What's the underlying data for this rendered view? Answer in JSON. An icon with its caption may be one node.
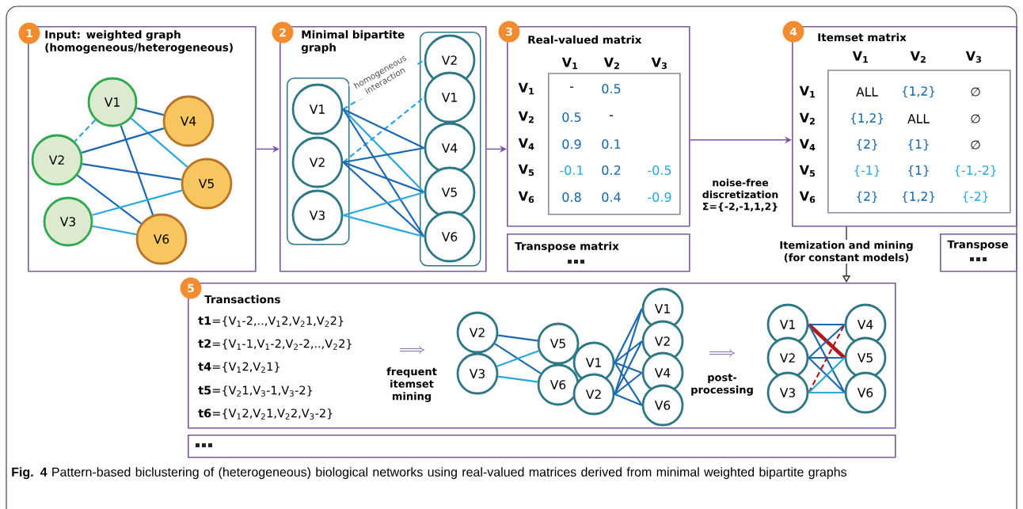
{
  "diagram": {
    "caption": "**Fig. 4** Pattern-based biclustering of (heterogeneous) biological networks using real-valued matrices derived from minimal weighted bipartite graphs",
    "nodes": [
      {
        "text": [
          "Input: weighted graph (homogeneous/heterogeneous)"
        ]
      },
      {
        "text": [
          "1"
        ]
      },
      {
        "text": [
          "V1"
        ],
        "in": 0
      },
      {
        "text": [
          "V2"
        ],
        "in": 0
      },
      {
        "text": [
          "V3"
        ],
        "in": 0
      },
      {
        "text": [
          "V4"
        ],
        "in": 0
      },
      {
        "text": [
          "V5"
        ],
        "in": 0
      },
      {
        "text": [
          "V6"
        ],
        "in": 0
      },
      {
        "text": [
          "Minimal bipartite graph"
        ]
      },
      {
        "text": [
          "2"
        ]
      },
      {
        "text": [],
        "shape": "box",
        "in": 8
      },
      {
        "text": [
          "V1"
        ],
        "in": 10
      },
      {
        "text": [
          "V2"
        ],
        "in": 10
      },
      {
        "text": [
          "V3"
        ],
        "in": 10
      },
      {
        "text": [],
        "shape": "box",
        "in": 8
      },
      {
        "text": [
          "V2"
        ],
        "in": 14
      },
      {
        "text": [
          "V1"
        ],
        "in": 14
      },
      {
        "text": [
          "V4"
        ],
        "in": 14
      },
      {
        "text": [
          "V5"
        ],
        "in": 14
      },
      {
        "text": [
          "V6"
        ],
        "in": 14
      },
      {
        "text": [
          "Real-valued matrix"
        ]
      },
      {
        "text": [
          "3"
        ]
      },
      {
        "text": [
          "-",
          "0.5",
          "0.5",
          "-",
          "0.9",
          "0.1",
          "-0.1",
          "0.2",
          "-0.5",
          "0.8",
          "0.4",
          "-0.9"
        ],
        "in": 20
      },
      {
        "text": [
          "Transpose matrix"
        ]
      },
      {
        "text": [
          "Itemset matrix"
        ]
      },
      {
        "text": [
          "4"
        ]
      },
      {
        "text": [
          "ALL",
          "{1,2}",
          "∅",
          "{1,2}",
          "ALL",
          "∅",
          "{2}",
          "{1}",
          "∅",
          "{-1}",
          "{1}",
          "{-1,-2}",
          "{2}",
          "{1,2}",
          "{-2}"
        ],
        "in": 24
      },
      {
        "text": [
          "Transpose"
        ]
      },
      {
        "text": [
          "Transactions",
          "**t1**={V$_{1}$-2,..,V$_{1}$2,V$_{2}$1,V$_{2}$2}",
          "**t2**={V$_{1}$-1,V$_{1}$-2,V$_{2}$-2,..,V$_{2}$2}",
          "**t4**={V$_{1}$2,V$_{2}$1}",
          "**t5**={V$_{2}$1,V$_{3}$-1,V$_{3}$-2}",
          "**t6**={V$_{1}$2,V$_{2}$1,V$_{2}$2,V$_{3}$-2}"
        ]
      },
      {
        "text": [
          "5"
        ]
      },
      {
        "text": [
          "V2"
        ],
        "in": 28
      },
      {
        "text": [
          "V3"
        ],
        "in": 28
      },
      {
        "text": [
          "V5"
        ],
        "in": 28
      },
      {
        "text": [
          "V6"
        ],
        "in": 28
      },
      {
        "text": [
          "V1"
        ],
        "in": 28
      },
      {
        "text": [
          "V2"
        ],
        "in": 28
      },
      {
        "text": [
          "V1"
        ],
        "in": 28
      },
      {
        "text": [
          "V2"
        ],
        "in": 28
      },
      {
        "text": [
          "V4"
        ],
        "in": 28
      },
      {
        "text": [
          "V6"
        ],
        "in": 28
      },
      {
        "text": [
          "V1"
        ],
        "in": 28
      },
      {
        "text": [
          "V2"
        ],
        "in": 28
      },
      {
        "text": [
          "V3"
        ],
        "in": 28
      },
      {
        "text": [
          "V4"
        ],
        "in": 28
      },
      {
        "text": [
          "V5"
        ],
        "in": 28
      },
      {
        "text": [
          "V6"
        ],
        "in": 28
      },
      {
        "text": [],
        "shape": "box"
      }
    ],
    "edges": [
      {
        "from": 0,
        "to": 8,
        "arrow": "to",
        "color": "#7b52a6"
      },
      {
        "from": 8,
        "to": 20,
        "arrow": "to",
        "color": "#7b52a6"
      },
      {
        "from": 20,
        "to": 24,
        "arrow": "to",
        "color": "#7b52a6",
        "label": "**noise-free discretization** Σ={-2,-1,1,2}"
      },
      {
        "from": 24,
        "to": 28,
        "arrow": "to",
        "color": "#333333",
        "label": "Itemization and mining (for constant models)"
      },
      {
        "from": 2,
        "to": 3,
        "arrow": "none",
        "style": "dashed",
        "color": "#2aa7e0"
      },
      {
        "from": 2,
        "to": 5,
        "arrow": "none"
      },
      {
        "from": 2,
        "to": 6,
        "arrow": "none",
        "color": "#2aa7e0"
      },
      {
        "from": 2,
        "to": 7,
        "arrow": "none"
      },
      {
        "from": 3,
        "to": 5,
        "arrow": "none"
      },
      {
        "from": 3,
        "to": 6,
        "arrow": "none"
      },
      {
        "from": 3,
        "to": 7,
        "arrow": "none"
      },
      {
        "from": 4,
        "to": 6,
        "arrow": "none",
        "color": "#2aa7e0"
      },
      {
        "from": 4,
        "to": 7,
        "arrow": "none",
        "color": "#2aa7e0"
      },
      {
        "from": 11,
        "to": 15,
        "arrow": "none",
        "style": "dashed",
        "color": "#2aa7e0",
        "label": "homogeneous interaction"
      },
      {
        "from": 12,
        "to": 16,
        "arrow": "none",
        "style": "dashed",
        "color": "#2aa7e0"
      },
      {
        "from": 11,
        "to": 17,
        "arrow": "none"
      },
      {
        "from": 11,
        "to": 18,
        "arrow": "none",
        "color": "#2aa7e0"
      },
      {
        "from": 11,
        "to": 19,
        "arrow": "none"
      },
      {
        "from": 12,
        "to": 17,
        "arrow": "none"
      },
      {
        "from": 12,
        "to": 18,
        "arrow": "none"
      },
      {
        "from": 12,
        "to": 19,
        "arrow": "none"
      },
      {
        "from": 13,
        "to": 18,
        "arrow": "none",
        "color": "#2aa7e0"
      },
      {
        "from": 13,
        "to": 19,
        "arrow": "none",
        "color": "#2aa7e0"
      },
      {
        "from": 30,
        "to": 32,
        "arrow": "none"
      },
      {
        "from": 30,
        "to": 33,
        "arrow": "none"
      },
      {
        "from": 31,
        "to": 32,
        "arrow": "none",
        "color": "#2aa7e0"
      },
      {
        "from": 31,
        "to": 33,
        "arrow": "none",
        "color": "#2aa7e0"
      },
      {
        "from": 34,
        "to": 36,
        "arrow": "none"
      },
      {
        "from": 34,
        "to": 37,
        "arrow": "none"
      },
      {
        "from": 34,
        "to": 38,
        "arrow": "none"
      },
      {
        "from": 34,
        "to": 39,
        "arrow": "none"
      },
      {
        "from": 35,
        "to": 36,
        "arrow": "none"
      },
      {
        "from": 35,
        "to": 37,
        "arrow": "none"
      },
      {
        "from": 35,
        "to": 38,
        "arrow": "none"
      },
      {
        "from": 35,
        "to": 39,
        "arrow": "none"
      },
      {
        "from": 40,
        "to": 43,
        "arrow": "none"
      },
      {
        "from": 40,
        "to": 44,
        "arrow": "none",
        "style": "thick",
        "color": "#b0181c"
      },
      {
        "from": 40,
        "to": 45,
        "arrow": "none"
      },
      {
        "from": 41,
        "to": 43,
        "arrow": "none"
      },
      {
        "from": 41,
        "to": 44,
        "arrow": "none"
      },
      {
        "from": 41,
        "to": 45,
        "arrow": "none"
      },
      {
        "from": 42,
        "to": 43,
        "arrow": "none",
        "style": "dashed",
        "color": "#b0181c"
      },
      {
        "from": 42,
        "to": 44,
        "arrow": "none",
        "color": "#2aa7e0"
      },
      {
        "from": 42,
        "to": 45,
        "arrow": "none",
        "color": "#2aa7e0"
      }
    ],
    "labels": [
      "V$_{1}$",
      "V$_{2}$",
      "V$_{3}$",
      "V$_{1}$",
      "V$_{2}$",
      "V$_{4}$",
      "V$_{5}$",
      "V$_{6}$",
      "V$_{1}$",
      "V$_{2}$",
      "V$_{3}$",
      "V$_{1}$",
      "V$_{2}$",
      "V$_{4}$",
      "V$_{5}$",
      "V$_{6}$",
      "frequent itemset mining",
      "post-processing"
    ]
  }
}
